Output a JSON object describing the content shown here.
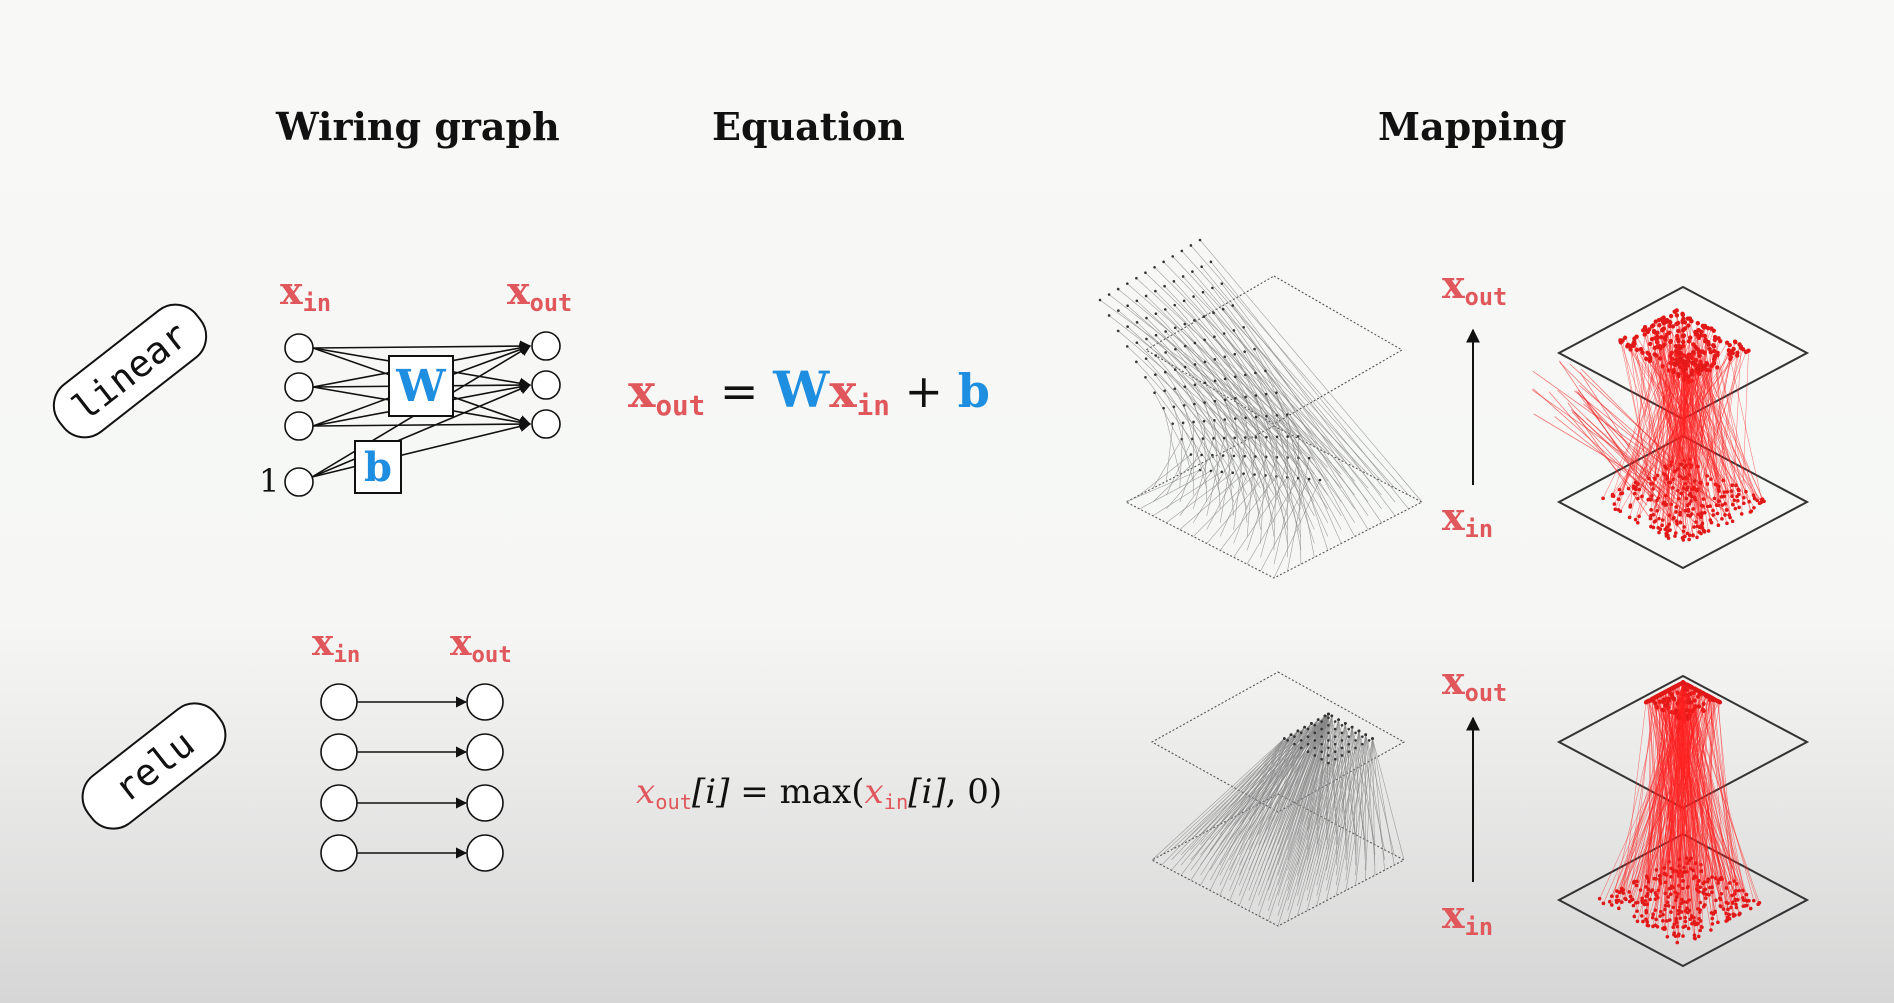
{
  "headers": {
    "wiring": "Wiring graph",
    "equation": "Equation",
    "mapping": "Mapping"
  },
  "rows": {
    "linear": {
      "label": "linear",
      "x_base": "x",
      "in_sub": "in",
      "out_sub": "out",
      "weight_box": "W",
      "bias_box": "b",
      "bias_input": "1",
      "equation": {
        "lhs_base": "x",
        "lhs_sub": "out",
        "equals": "=",
        "w": "W",
        "x_base": "x",
        "x_sub": "in",
        "plus": "+",
        "b": "b"
      }
    },
    "relu": {
      "label": "relu",
      "x_base": "x",
      "in_sub": "in",
      "out_sub": "out",
      "equation": {
        "lhs_base": "x",
        "lhs_sub": "out",
        "lhs_index": "[i]",
        "equals": "=",
        "fn": "max(",
        "arg_base": "x",
        "arg_sub": "in",
        "arg_index": "[i]",
        "rest": ", 0)"
      }
    }
  },
  "colors": {
    "red": "#e0575c",
    "blue": "#1e8ee0",
    "ink": "#111111"
  }
}
